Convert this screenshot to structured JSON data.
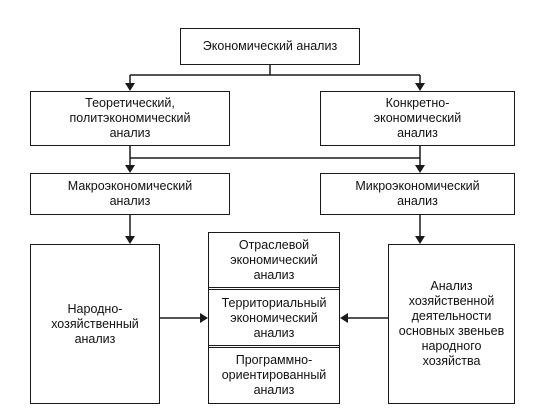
{
  "diagram": {
    "root": {
      "label": "Экономический анализ"
    },
    "level2": [
      {
        "label": "Теоретический,\nполитэкономический\nанализ"
      },
      {
        "label": "Конкретно-\nэкономический\nанализ"
      }
    ],
    "level3": [
      {
        "label": "Макроэкономический\nанализ"
      },
      {
        "label": "Микроэкономический\nанализ"
      }
    ],
    "left_bottom": {
      "label": "Народно-\nхозяйственный\nанализ"
    },
    "right_bottom": {
      "label": "Анализ\nхозяйственной\nдеятельности\nосновных звеньев\nнародного\nхозяйства"
    },
    "center_stack": [
      {
        "label": "Отраслевой\nэкономический\nанализ"
      },
      {
        "label": "Территориальный\nэкономический\nанализ"
      },
      {
        "label": "Программно-\nориентированный\nанализ"
      }
    ]
  }
}
